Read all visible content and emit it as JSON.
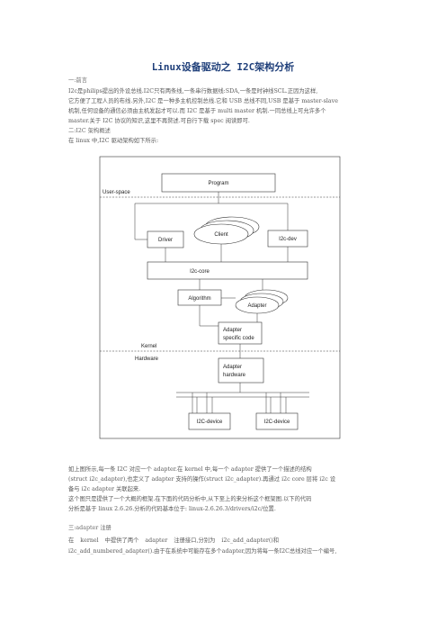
{
  "doc": {
    "title": "Linux设备驱动之 I2C架构分析",
    "sections": {
      "s1": "一:前言",
      "s2": "二:I2C 架构概述",
      "s3": "三:adapter 注册"
    },
    "lines": {
      "l1": "I2c是philips提出的外设总线.I2C只有两条线,一条串行数据线:SDA,一条是时钟线SCL.正因为这样,",
      "l2": "它方便了工程人员的布线.另外,I2C 是一种多主机控制总线.它和 USB 总线不同,USB 是基于 master-slave",
      "l3": "机制,任何设备的通信必须由主机发起才可以.而 I2C 是基于 multi master 机制.一同总线上可允许多个",
      "l4": "master.关于 I2C 协议的知识,这里不再赘述.可自行下载 spec 阅读即可.",
      "l5": "在 linux 中,I2C 驱动架构如下所示:",
      "l6": "如上图所示,每一条 I2C 对应一个 adapter.在 kernel 中,每一个 adapter 提供了一个描述的结构",
      "l7": "(struct i2c_adapter),也定义了 adapter 支持的操作(struct i2c_adapter).再通过 i2c core 层将 i2c 设",
      "l8": "备与 i2c adapter 关联起来.",
      "l9": "这个图只是提供了一个大概的框架.在下面的代码分析中,从下至上的来分析这个框架图.以下的代码",
      "l10": "分析是基于 linux 2.6.26.分析的代码基本位于: linux-2.6.26.3/drivers/i2c/位置.",
      "l11": "在 kernel 中提供了两个 adapter 注册接口,分别为 i2c_add_adapter()和",
      "l12": "i2c_add_numbered_adapter().由于在系统中可能存在多个adapter,因为将每一条I2C总线对应一个编号,"
    }
  },
  "diagram": {
    "user_space": "User-space",
    "program": "Program",
    "client": "Client",
    "driver": "Driver",
    "i2c_dev": "I2c-dev",
    "i2c_core": "I2c-core",
    "algorithm": "Algorithm",
    "adapter": "Adapter",
    "adapter_specific_1": "Adapter",
    "adapter_specific_2": "specific code",
    "kernel": "Kernel",
    "hardware": "Hardware",
    "adapter_hw_1": "Adapter",
    "adapter_hw_2": "hardware",
    "device1": "I2C-device",
    "device2": "I2C-device"
  }
}
